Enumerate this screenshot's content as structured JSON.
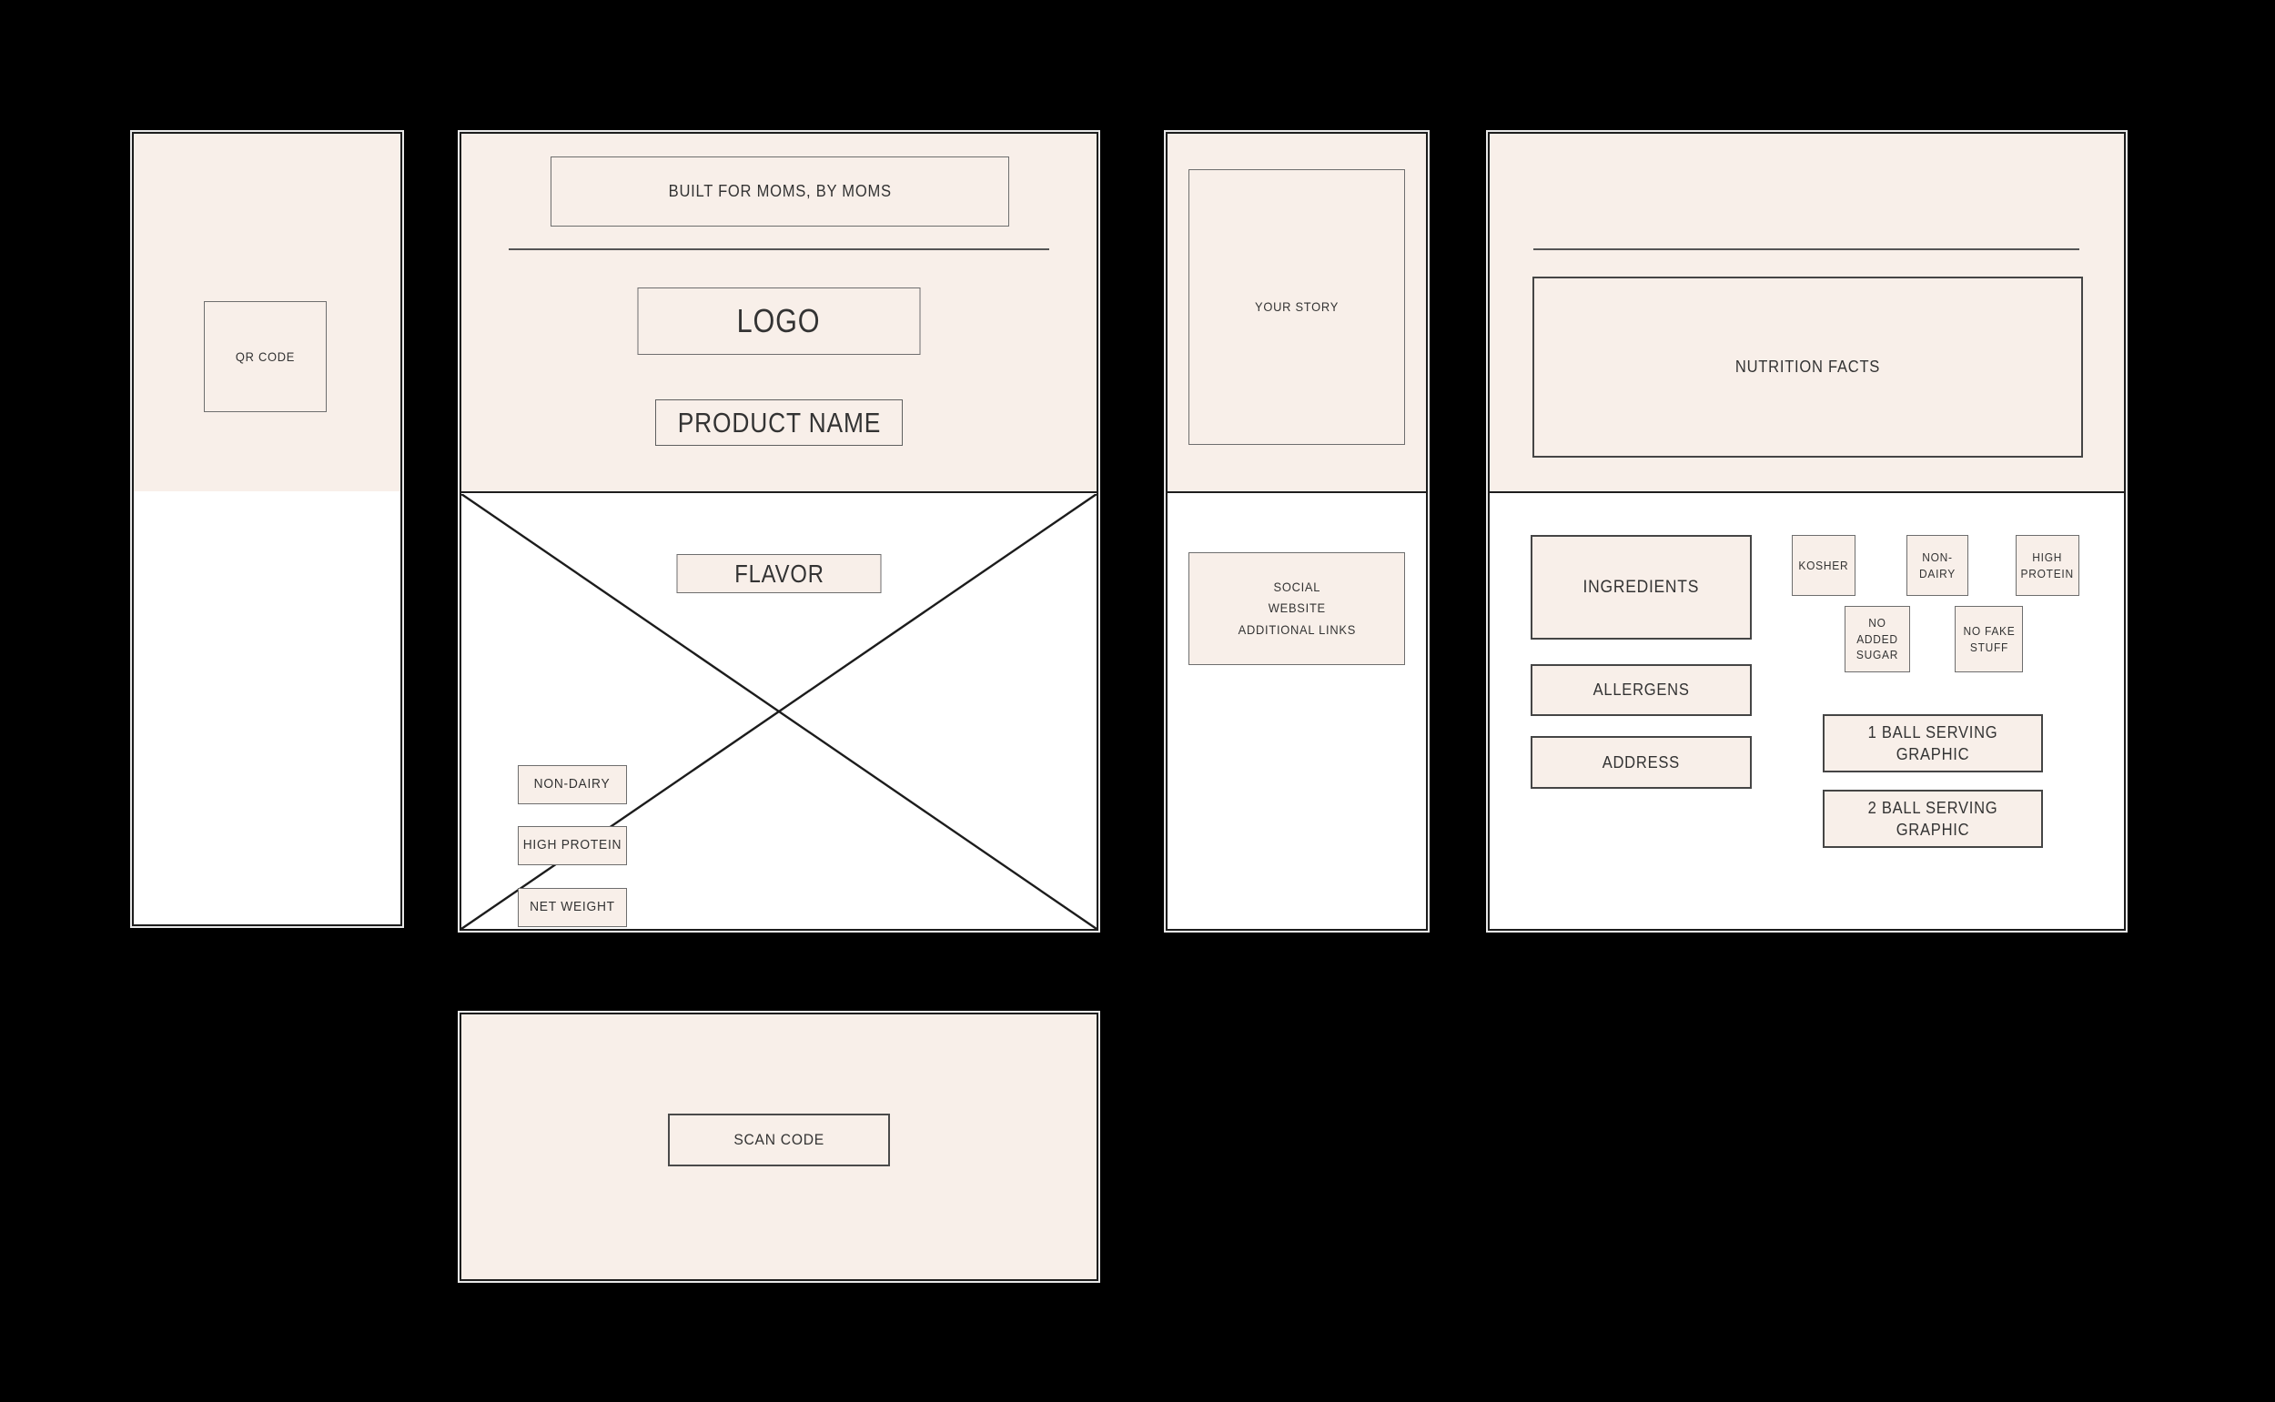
{
  "colors": {
    "canvas-bg": "#000000",
    "panel-pink": "#f8efe9",
    "panel-white": "#ffffff",
    "line-dark": "#1d1d1d",
    "line-gray": "#6e6e6e",
    "line-rule": "#555555",
    "ink": "#333333",
    "paper-edge": "#e8e8e8"
  },
  "spine": {
    "qr": "QR CODE"
  },
  "front": {
    "tagline": "BUILT FOR MOMS, BY MOMS",
    "logo": "LOGO",
    "product_name": "PRODUCT NAME",
    "flavor": "FLAVOR",
    "badge_non_dairy": "NON-DAIRY",
    "badge_high_protein": "HIGH PROTEIN",
    "badge_net_weight": "NET WEIGHT"
  },
  "story": {
    "your_story": "YOUR STORY",
    "links": "SOCIAL\nWEBSITE\nADDITIONAL LINKS"
  },
  "back": {
    "nutrition_facts": "NUTRITION FACTS",
    "ingredients": "INGREDIENTS",
    "allergens": "ALLERGENS",
    "address": "ADDRESS",
    "badge_kosher": "KOSHER",
    "badge_non_dairy": "NON-DAIRY",
    "badge_high_protein": "HIGH\nPROTEIN",
    "badge_no_added_sugar": "NO ADDED\nSUGAR",
    "badge_no_fake_stuff": "NO FAKE\nSTUFF",
    "serving_1": "1 BALL SERVING GRAPHIC",
    "serving_2": "2 BALL SERVING GRAPHIC"
  },
  "bottom": {
    "scan_code": "SCAN CODE"
  }
}
